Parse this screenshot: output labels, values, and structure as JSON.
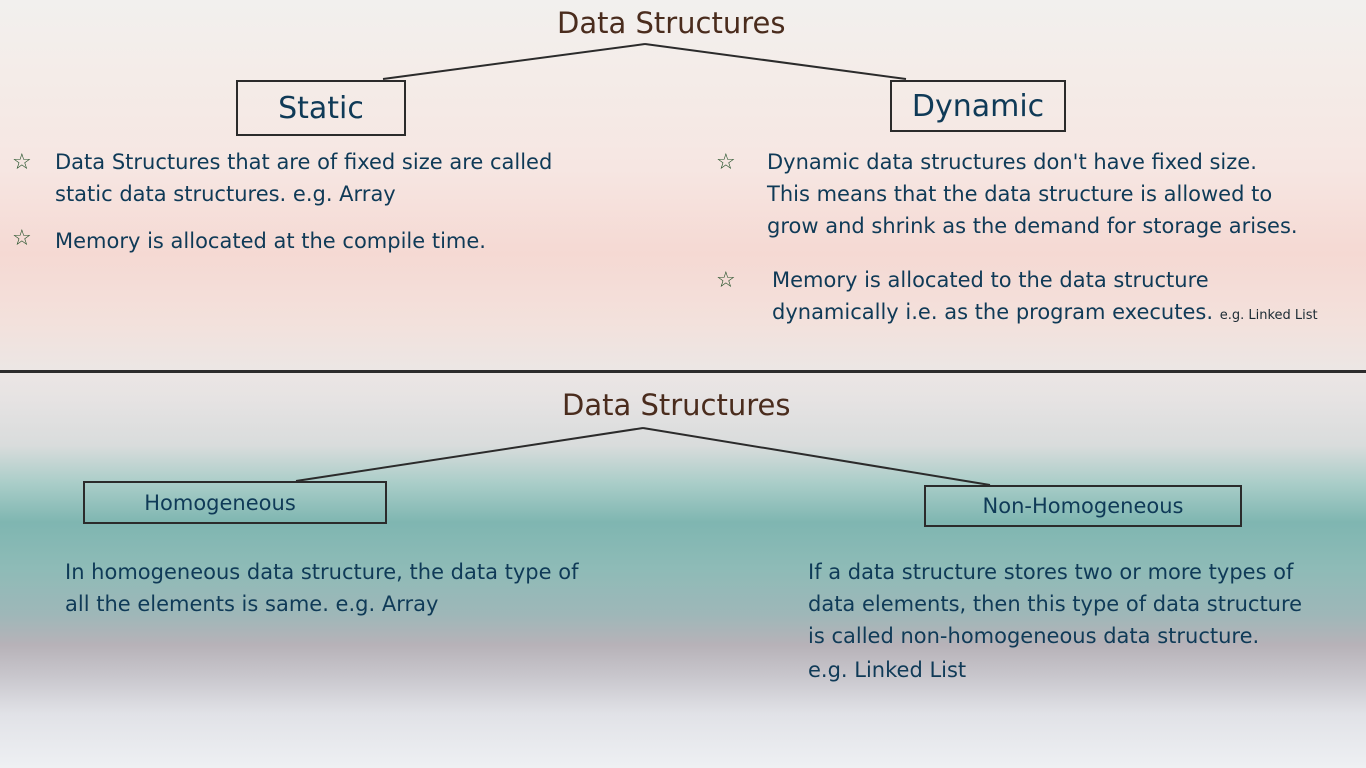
{
  "top": {
    "title": "Data Structures",
    "left_box": "Static",
    "right_box": "Dynamic",
    "left_bullets": [
      {
        "line1": "Data Structures that are of fixed size are called",
        "line2": "static data structures. e.g. Array"
      },
      {
        "line1": "Memory is allocated at the compile time."
      }
    ],
    "right_bullets": [
      {
        "line1": "Dynamic data structures don't have fixed size.",
        "line2": "This means that the data structure is allowed to",
        "line3": "grow and shrink as the demand for storage arises."
      },
      {
        "line1": "Memory is allocated to the data structure",
        "line2": "dynamically i.e. as the program executes.",
        "note": "e.g.  Linked List"
      }
    ],
    "star_glyph": "☆"
  },
  "bottom": {
    "title": "Data Structures",
    "left_box": "Homogeneous",
    "right_box": "Non-Homogeneous",
    "left_text": {
      "line1": "In homogeneous data structure, the data type of",
      "line2": "all the elements is same.  e.g.  Array"
    },
    "right_text": {
      "line1": "If a data structure stores two or more types of",
      "line2": "data elements, then this type of data structure",
      "line3": "is called non-homogeneous data structure.",
      "line4": "e.g. Linked List"
    }
  },
  "colors": {
    "text": "#0f3a57",
    "title": "#4a2c1d",
    "star": "#1f4d25",
    "lines": "#2b2b2b"
  }
}
